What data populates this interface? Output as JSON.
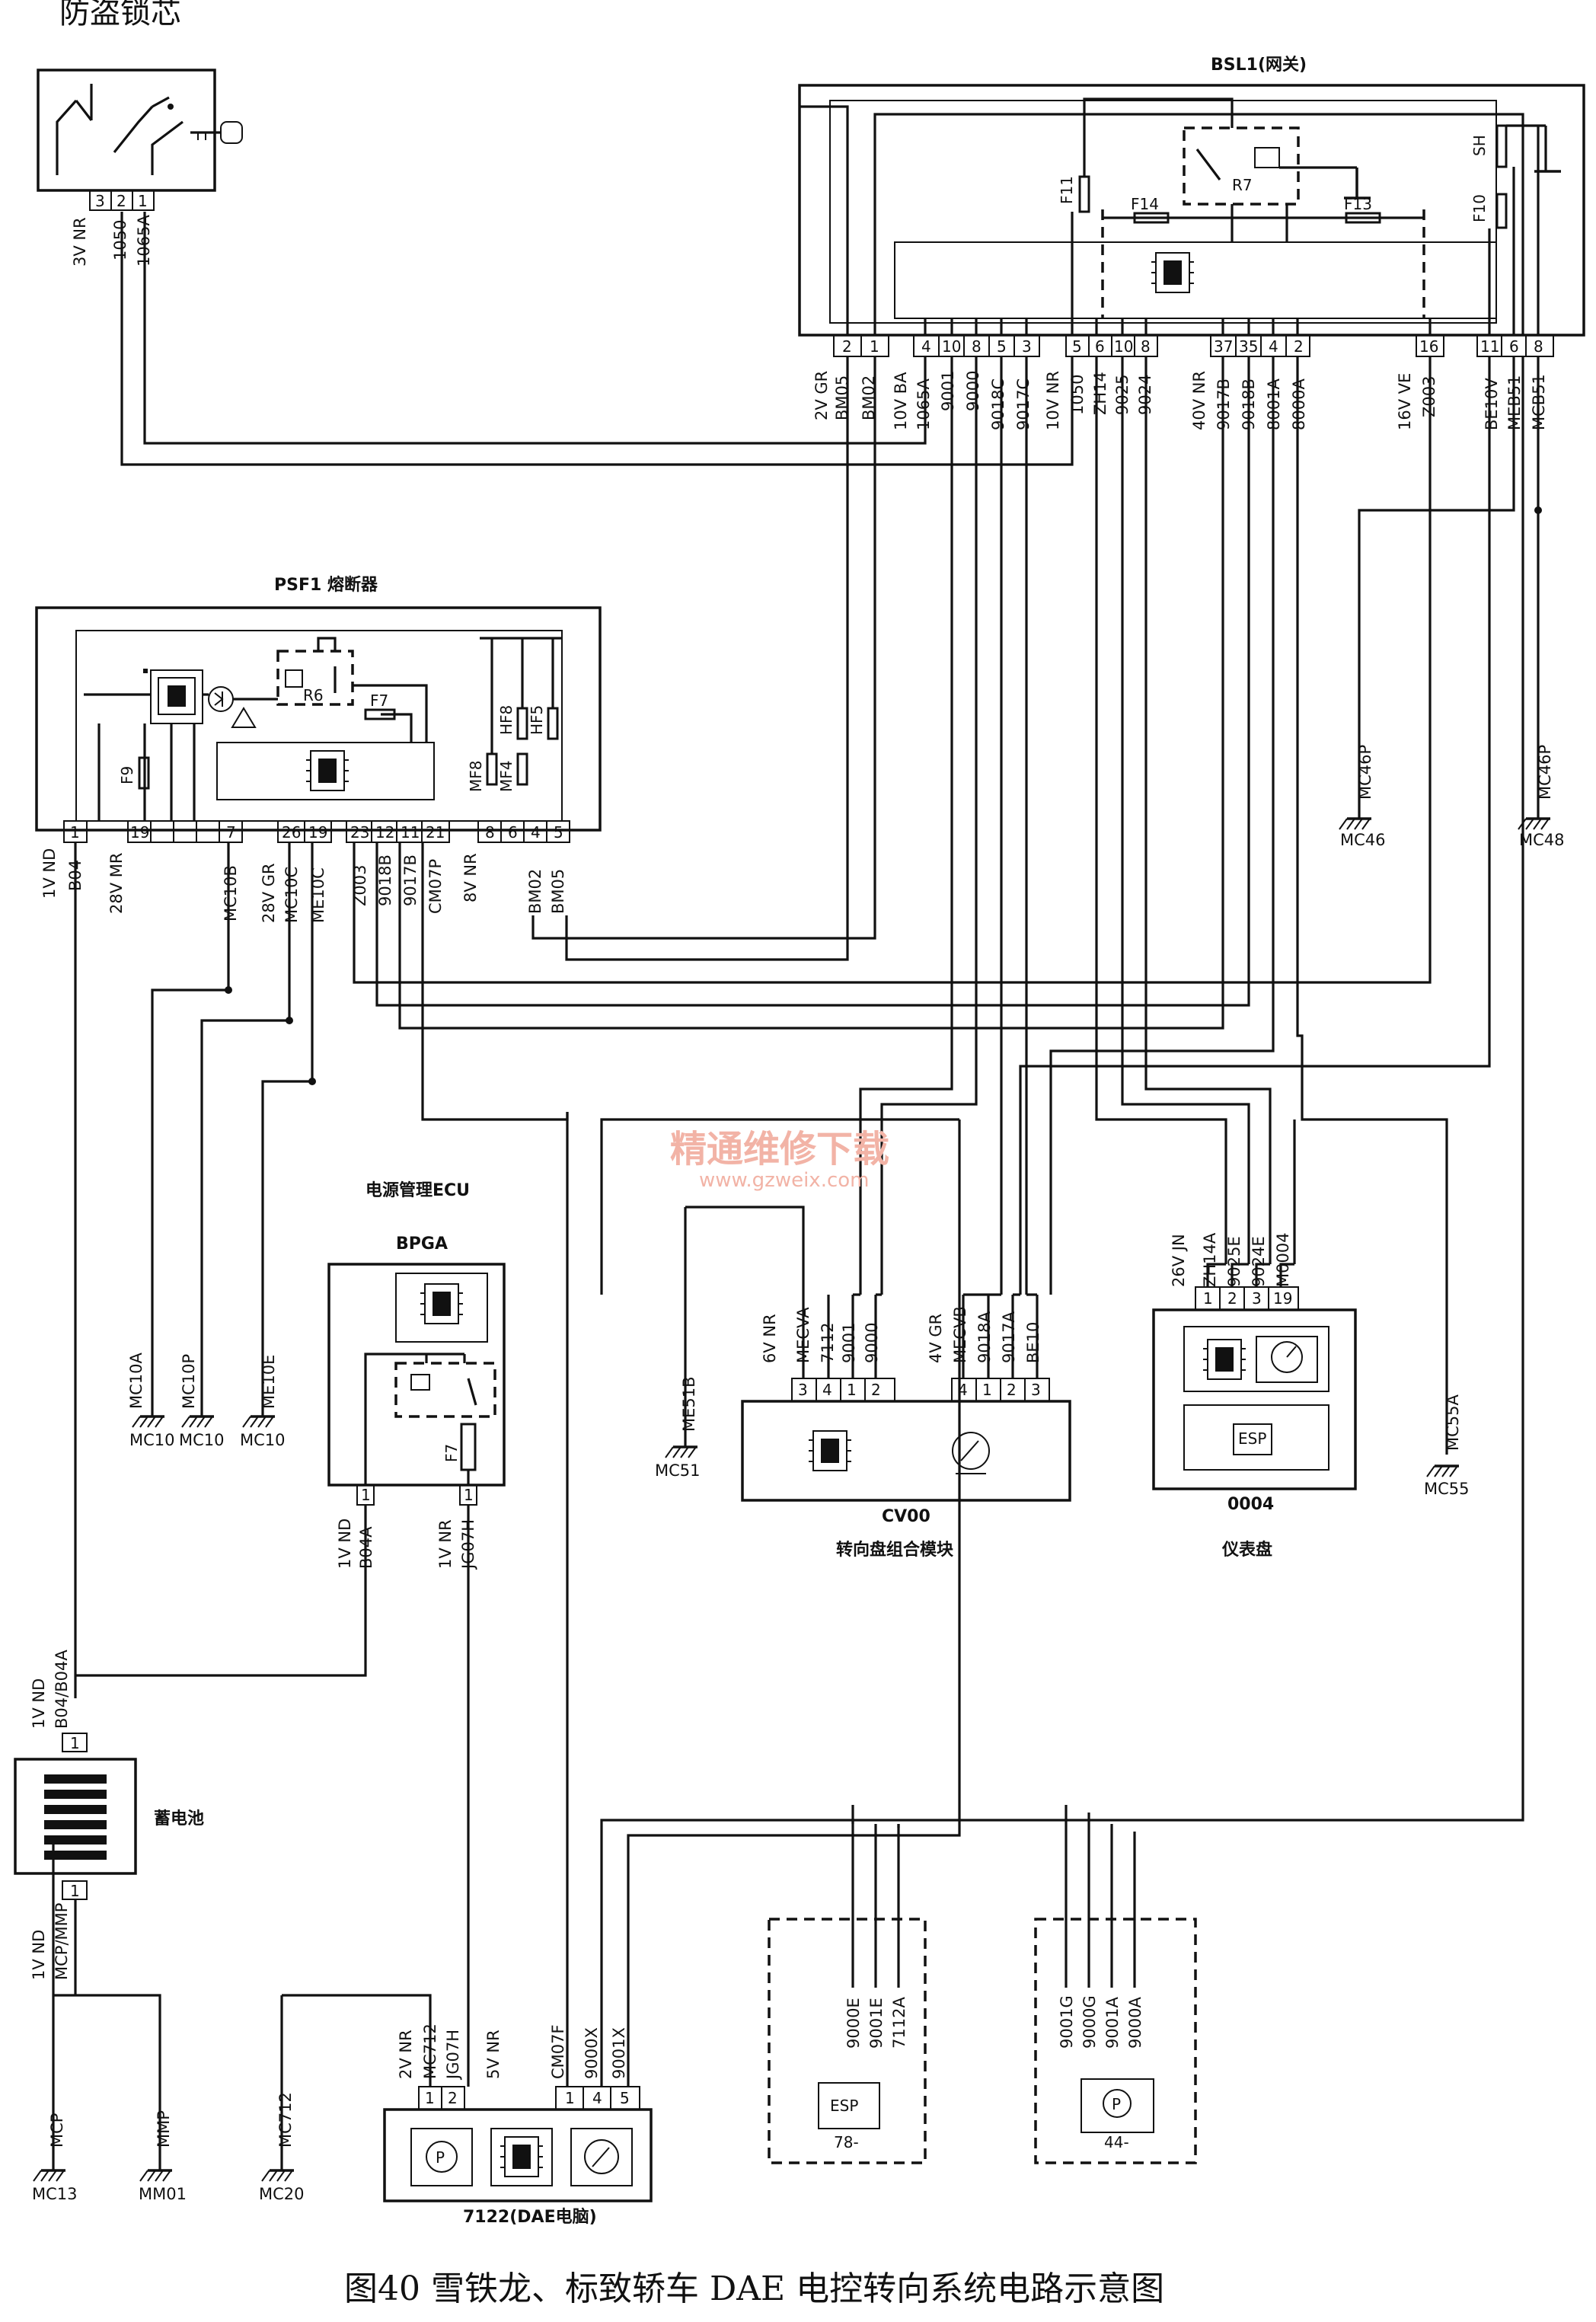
{
  "header": {
    "title": "防盗锁芯"
  },
  "watermark": {
    "text": "精通维修下载",
    "url": "www.gzweix.com"
  },
  "caption": "图40   雪铁龙、标致轿车 DAE 电控转向系统电路示意图",
  "lock": {
    "pins": [
      "3",
      "2",
      "1"
    ],
    "wire_spec": "3V NR",
    "wires": [
      "1050",
      "1065A"
    ]
  },
  "bsl1": {
    "title": "BSL1(网关)",
    "relay": "R7",
    "fuses": [
      "F11",
      "F14",
      "F13",
      "SH",
      "F10"
    ],
    "connectors": [
      {
        "spec": "2V GR",
        "pins": [
          "2",
          "1"
        ],
        "wires": [
          "BM05",
          "BM02"
        ]
      },
      {
        "spec": "10V BA",
        "pins": [
          "4",
          "10",
          "8",
          "5",
          "3"
        ],
        "wires": [
          "1065A",
          "9001",
          "9000",
          "9018C",
          "9017C"
        ]
      },
      {
        "spec": "10V NR",
        "pins": [
          "5",
          "6",
          "10",
          "8"
        ],
        "wires": [
          "1050",
          "ZH14",
          "9025",
          "9024"
        ]
      },
      {
        "spec": "40V NR",
        "pins": [
          "37",
          "35",
          "4",
          "2"
        ],
        "wires": [
          "9017B",
          "9018B",
          "8001A",
          "8000A"
        ]
      },
      {
        "spec": "16V VE",
        "pins": [
          "16"
        ],
        "wires": [
          "Z003"
        ]
      },
      {
        "spec": "",
        "pins": [
          "11",
          "6",
          "8"
        ],
        "wires": [
          "BE10V",
          "MEB51",
          "MCB51"
        ]
      }
    ]
  },
  "psf1": {
    "title": "PSF1 熔断器",
    "relay": "R6",
    "fuses": [
      "F9",
      "F7",
      "MF8",
      "MF4",
      "HF8",
      "HF5"
    ],
    "connectors": [
      {
        "spec": "1V ND",
        "pins": [
          "1"
        ],
        "wires": [
          "B04"
        ]
      },
      {
        "spec": "28V MR",
        "pins": [
          "19",
          "7"
        ],
        "wires": [
          "MC10B"
        ]
      },
      {
        "spec": "28V GR",
        "pins": [
          "26",
          "19"
        ],
        "wires": [
          "MC10C",
          "ME10C"
        ]
      },
      {
        "spec": "",
        "pins": [
          "23",
          "12",
          "11",
          "21"
        ],
        "wires": [
          "Z003",
          "9018B",
          "9017B",
          "CM07P"
        ]
      },
      {
        "spec": "8V NR",
        "pins": [
          "8",
          "6",
          "4",
          "5"
        ],
        "wires": [
          "BM02",
          "BM05"
        ]
      }
    ]
  },
  "grounds": {
    "mc46": {
      "wire": "MC46P",
      "label": "MC46"
    },
    "mc48": {
      "wire": "MC46P",
      "label": "MC48"
    },
    "mc10a": {
      "wire": "MC10A",
      "label": "MC10"
    },
    "mc10p": {
      "wire": "MC10P",
      "label": "MC10"
    },
    "me10e": {
      "wire": "ME10E",
      "label": "MC10"
    },
    "mc51": {
      "wire": "ME51B",
      "label": "MC51"
    },
    "mc55": {
      "wire": "MC55A",
      "label": "MC55"
    },
    "mc13": {
      "wire": "MCP",
      "label": "MC13"
    },
    "mm01": {
      "wire": "MMP",
      "label": "MM01"
    },
    "mc20": {
      "wire": "MC712",
      "label": "MC20"
    }
  },
  "bpga": {
    "heading": "电源管理ECU",
    "title": "BPGA",
    "fuse": "F7",
    "conn1": {
      "spec": "1V ND",
      "pin": "1",
      "wire": "B04A"
    },
    "conn2": {
      "spec": "1V NR",
      "pin": "1",
      "wire": "JG07H"
    }
  },
  "battery": {
    "label": "蓄电池",
    "top": {
      "spec": "1V ND",
      "wire": "B04/B04A",
      "pin": "1"
    },
    "bottom": {
      "spec": "1V ND",
      "wire": "MCP/MMP",
      "pin": "1"
    }
  },
  "cv00": {
    "id": "CV00",
    "name": "转向盘组合模块",
    "conn1": {
      "spec": "6V NR",
      "pins": [
        "3",
        "4",
        "1",
        "2"
      ],
      "wires": [
        "MECVA",
        "7112",
        "9001",
        "9000"
      ]
    },
    "conn2": {
      "spec": "4V GR",
      "pins": [
        "4",
        "1",
        "2",
        "3"
      ],
      "wires": [
        "MECVB",
        "9018A",
        "9017A",
        "BE10"
      ]
    }
  },
  "cluster": {
    "id": "0004",
    "name": "仪表盘",
    "badge": "ESP",
    "conn": {
      "spec": "26V JN",
      "pins": [
        "1",
        "2",
        "3",
        "19"
      ],
      "wires": [
        "ZH14A",
        "9025E",
        "9024E",
        "M0004"
      ]
    }
  },
  "dae": {
    "name": "7122(DAE电脑)",
    "conn1": {
      "spec": "2V NR",
      "pins": [
        "1",
        "2"
      ],
      "wires": [
        "MC712",
        "JG07H"
      ]
    },
    "conn2": {
      "spec": "5V NR",
      "pins": [
        "1",
        "4",
        "5"
      ],
      "wires": [
        "CM07F",
        "9000X",
        "9001X"
      ]
    }
  },
  "esp": {
    "id": "78-",
    "badge": "ESP",
    "wires": [
      "9000E",
      "9001E",
      "7112A"
    ]
  },
  "unit44": {
    "id": "44-",
    "wires": [
      "9001G",
      "9000G",
      "9001A",
      "9000A"
    ]
  }
}
